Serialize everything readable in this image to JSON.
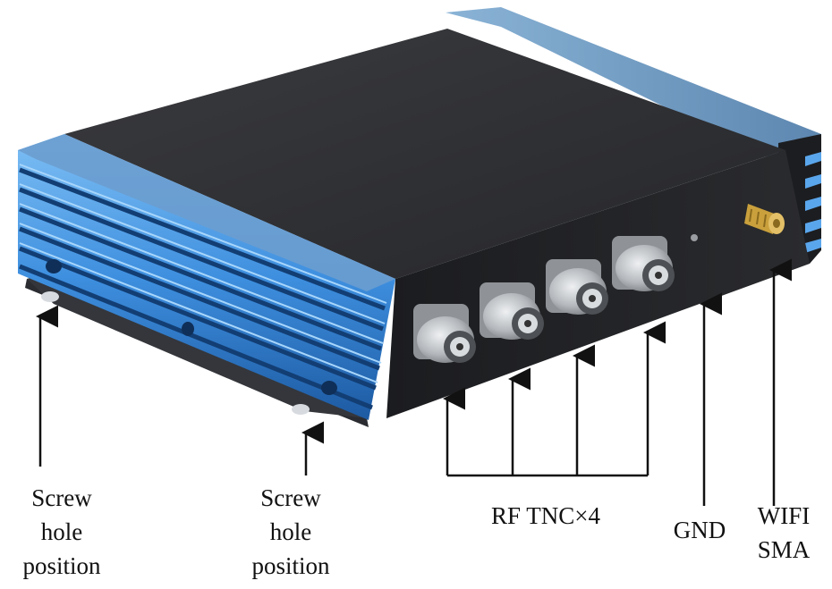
{
  "labels": {
    "screw_left": [
      "Screw",
      "hole",
      "position"
    ],
    "screw_right": [
      "Screw",
      "hole",
      "position"
    ],
    "rf": "RF TNC×4",
    "gnd": "GND",
    "wifi": [
      "WIFI",
      "SMA"
    ]
  },
  "colors": {
    "case_top": "#2f3033",
    "case_front": "#1e1f22",
    "fin_blue": "#4a9be6",
    "fin_dark": "#1f5fa8",
    "connector": "#b9bcbf",
    "sma_gold": "#c9a03c",
    "arrow": "#111111"
  }
}
